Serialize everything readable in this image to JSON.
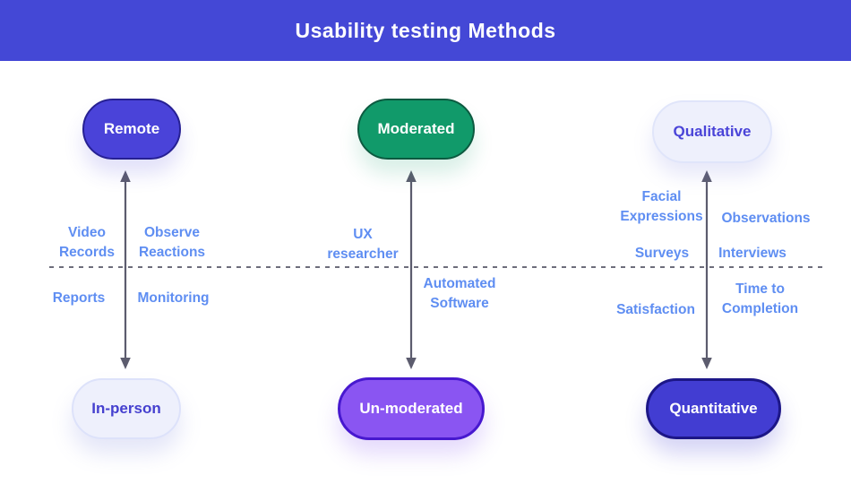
{
  "header": {
    "title": "Usability testing Methods"
  },
  "axes": {
    "remote_inperson": {
      "top": "Remote",
      "bottom": "In-person"
    },
    "moderated_unmoderated": {
      "top": "Moderated",
      "bottom": "Un-moderated"
    },
    "qualitative_quantitative": {
      "top": "Qualitative",
      "bottom": "Quantitative"
    }
  },
  "labels": {
    "video_records": "Video\nRecords",
    "observe_reactions": "Observe\nReactions",
    "reports": "Reports",
    "monitoring": "Monitoring",
    "ux_researcher": "UX\nresearcher",
    "automated_software": "Automated\nSoftware",
    "facial_expressions": "Facial\nExpressions",
    "observations": "Observations",
    "surveys": "Surveys",
    "interviews": "Interviews",
    "satisfaction": "Satisfaction",
    "time_to_completion": "Time to\nCompletion"
  },
  "colors": {
    "header_bg": "#4448d6",
    "header_text": "#ffffff",
    "remote_pill_bg": "#4a43d9",
    "remote_pill_border": "#262093",
    "moderated_pill_bg": "#119a6a",
    "moderated_pill_border": "#0c5a40",
    "unmoderated_pill_bg": "#8a55f2",
    "unmoderated_pill_border": "#4718cf",
    "quantitative_pill_bg": "#423dd2",
    "quantitative_pill_border": "#1c1687",
    "light_pill_bg": "#eef0fc",
    "light_pill_text": "#4540cf",
    "label_text": "#5f8ef2",
    "arrow": "#5c5c6e",
    "dotted_divider": "#6e6e7c"
  }
}
